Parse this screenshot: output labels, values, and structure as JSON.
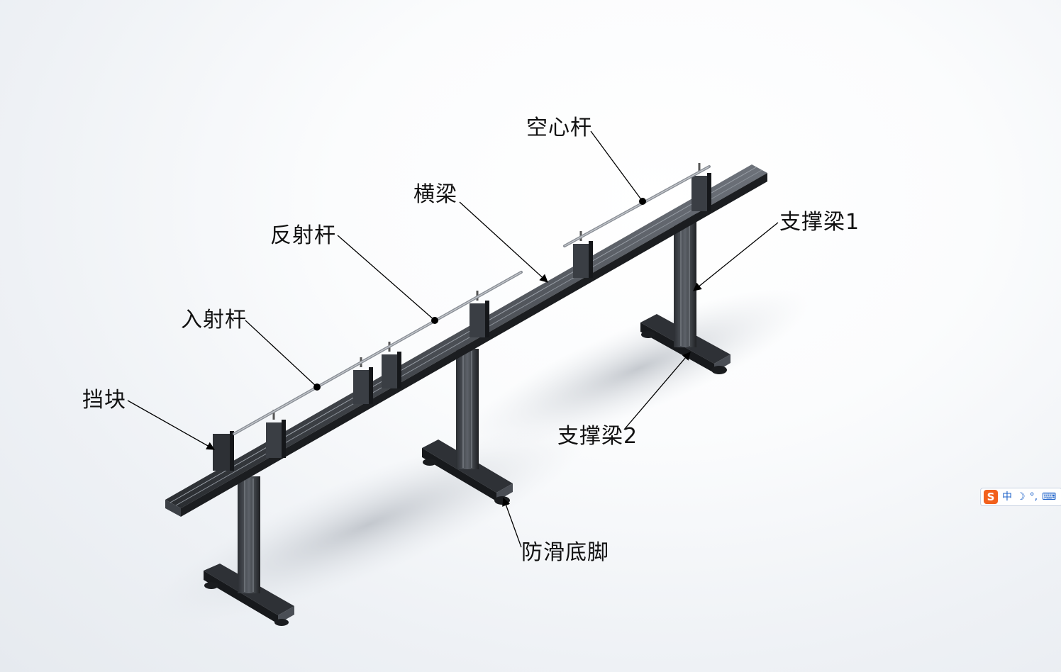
{
  "labels": {
    "hollow_rod": "空心杆",
    "crossbeam": "横梁",
    "reflection_rod": "反射杆",
    "incident_rod": "入射杆",
    "stopper": "挡块",
    "support_beam_1": "支撑梁1",
    "support_beam_2": "支撑梁2",
    "anti_slip_feet": "防滑底脚"
  },
  "ime_toolbar": {
    "logo": "S",
    "mode": "中",
    "moon": "☽",
    "punct": "°,",
    "keyboard": "⌨"
  },
  "colors": {
    "frame": "#3a3d42",
    "frame_dark": "#1c1e21",
    "frame_light": "#6b7078",
    "rod": "#8a8f96",
    "leader": "#000000"
  }
}
